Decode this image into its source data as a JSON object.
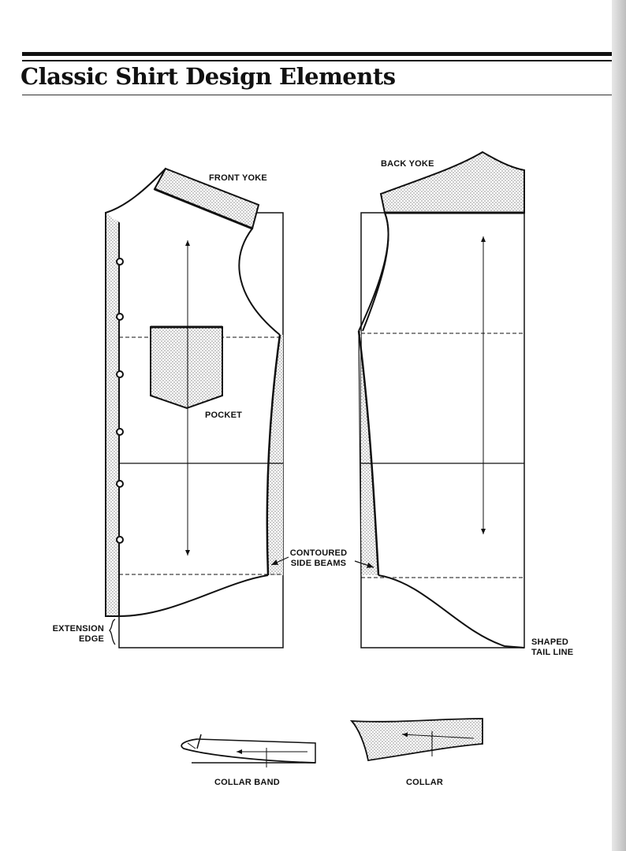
{
  "page": {
    "title": "Classic Shirt Design Elements"
  },
  "labels": {
    "front_yoke": "FRONT YOKE",
    "back_yoke": "BACK YOKE",
    "pocket": "POCKET",
    "contoured_side_seams": [
      "CONTOURED",
      "SIDE BEAMS"
    ],
    "extension_edge": [
      "EXTENSION",
      "EDGE"
    ],
    "shaped_tail_line": [
      "SHAPED",
      "TAIL LINE"
    ],
    "collar_band": "COLLAR BAND",
    "collar": "COLLAR"
  },
  "style": {
    "line_color": "#111111",
    "fill_pattern": "stippled dots"
  }
}
